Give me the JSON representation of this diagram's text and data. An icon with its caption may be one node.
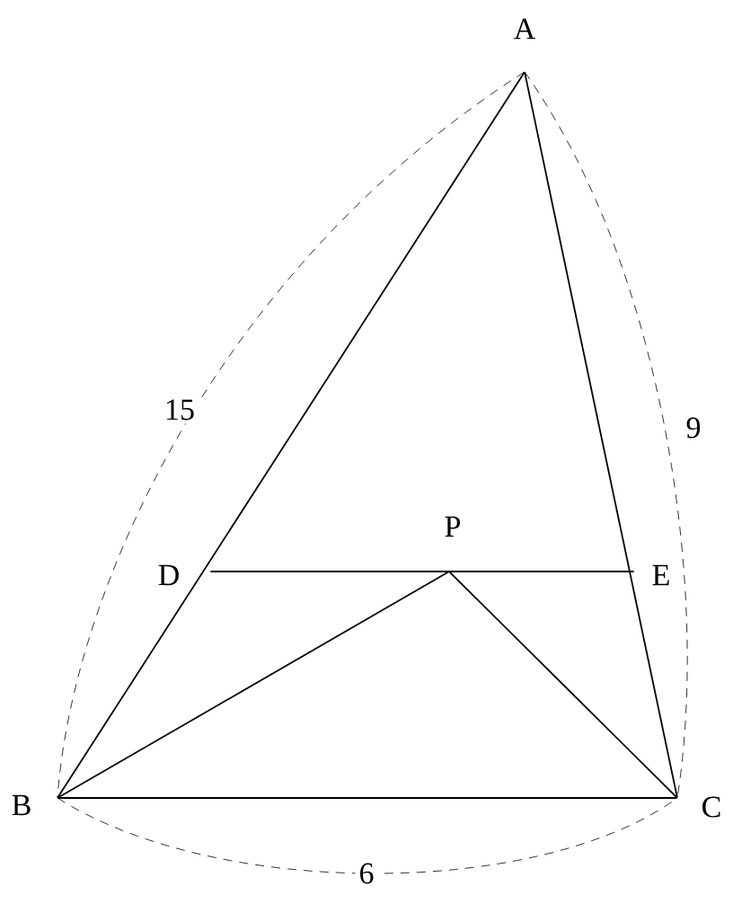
{
  "diagram": {
    "nodes": [
      {
        "text": [
          "A"
        ]
      },
      {
        "text": [
          "B"
        ]
      },
      {
        "text": [
          "C"
        ]
      },
      {
        "text": [
          "D"
        ]
      },
      {
        "text": [
          "E"
        ]
      },
      {
        "text": [
          "P"
        ]
      }
    ],
    "edges": [
      {
        "from": 0,
        "to": 1,
        "arrow": "none"
      },
      {
        "from": 0,
        "to": 2,
        "arrow": "none"
      },
      {
        "from": 1,
        "to": 2,
        "arrow": "none"
      },
      {
        "from": 3,
        "to": 4,
        "arrow": "none"
      },
      {
        "from": 1,
        "to": 5,
        "arrow": "none"
      },
      {
        "from": 5,
        "to": 2,
        "arrow": "none"
      }
    ],
    "labels": [
      "15",
      "9",
      "6"
    ]
  }
}
